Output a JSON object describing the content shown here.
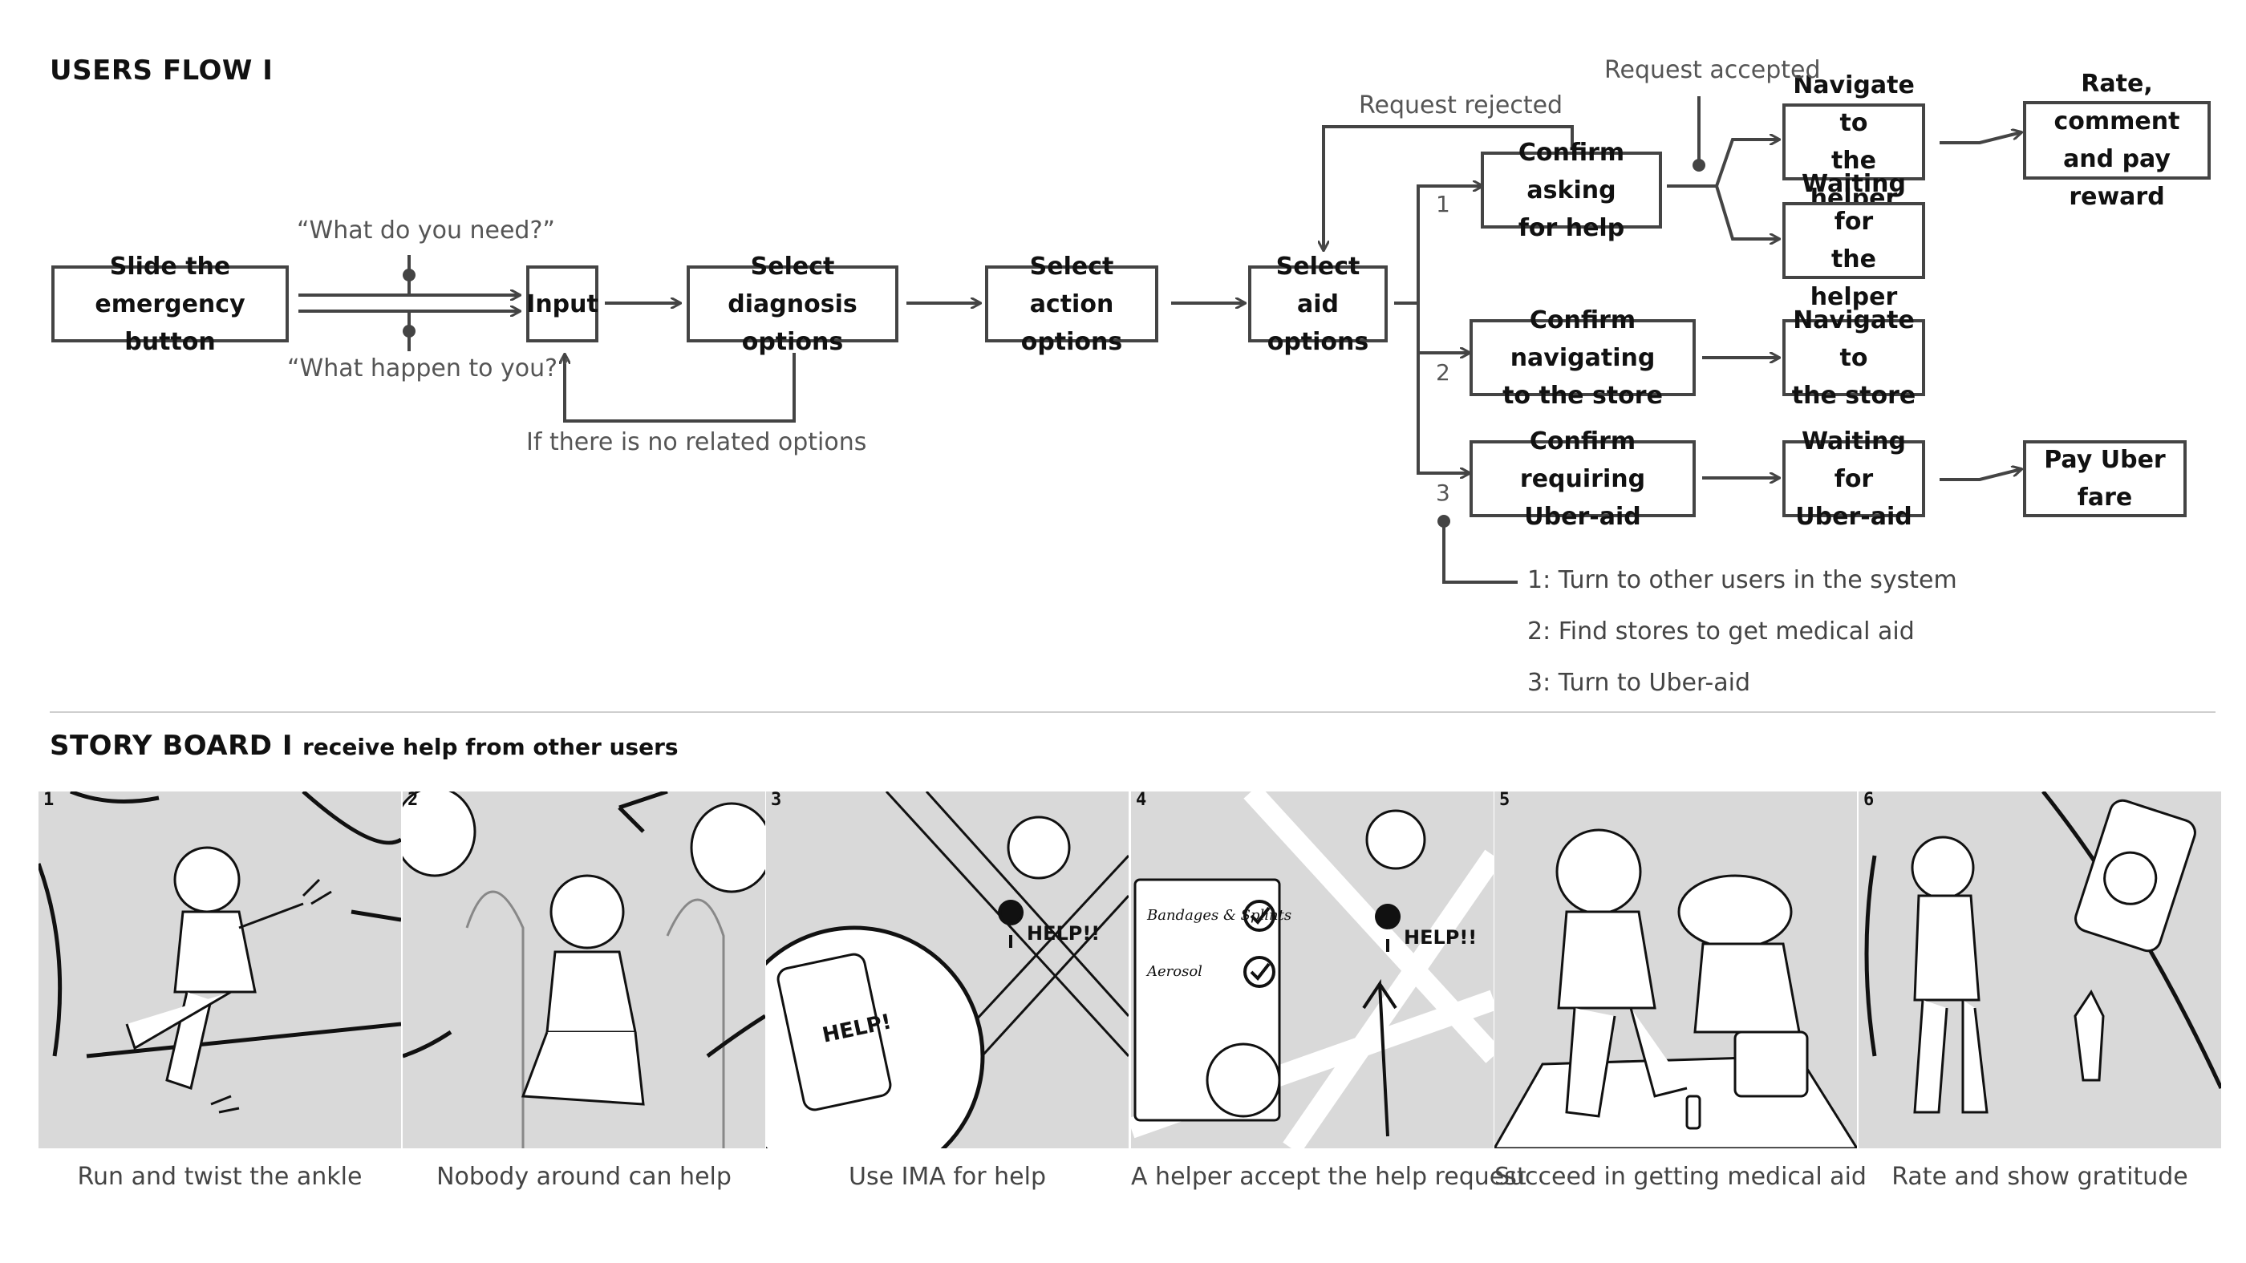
{
  "flow": {
    "title": "USERS FLOW I",
    "nodes": {
      "slide": "Slide the emergency\nbutton",
      "input": "Input",
      "diagnosis": "Select\ndiagnosis options",
      "action": "Select\naction options",
      "aid": "Select\naid options",
      "confirm_help": "Confirm asking\nfor help",
      "navigate_helper": "Navigate to\nthe helper",
      "waiting_helper": "Waiting for\nthe helper",
      "rate": "Rate, comment\nand pay reward",
      "confirm_store": "Confirm navigating\nto the store",
      "navigate_store": "Navigate to\nthe store",
      "confirm_uber": "Confirm requiring\nUber-aid",
      "waiting_uber": "Waiting for\nUber-aid",
      "pay_uber": "Pay Uber fare"
    },
    "labels": {
      "what_need": "“What do you need?”",
      "what_happen": "“What happen to you?”",
      "no_options": "If there is no related options",
      "rejected": "Request rejected",
      "accepted": "Request accepted"
    },
    "branch_numbers": [
      "1",
      "2",
      "3"
    ],
    "legend": [
      "1: Turn to other users in the system",
      "2: Find stores to get medical aid",
      "3: Turn to Uber-aid"
    ]
  },
  "storyboard": {
    "title": "STORY BOARD I",
    "subtitle": "receive help from other users",
    "panels": [
      {
        "number": "1",
        "caption": "Run and twist the ankle"
      },
      {
        "number": "2",
        "caption": "Nobody around can help"
      },
      {
        "number": "3",
        "caption": "Use IMA for help"
      },
      {
        "number": "4",
        "caption": "A helper accept the help request"
      },
      {
        "number": "5",
        "caption": "Succeed in getting medical aid"
      },
      {
        "number": "6",
        "caption": "Rate and show gratitude"
      }
    ],
    "drawn_text": {
      "phone_help": "HELP!",
      "map_help": "HELP!!",
      "bandages": "Bandages & Splints",
      "aerosol": "Aerosol"
    }
  },
  "colors": {
    "box_border": "#444444",
    "panel_bg": "#d9d9d9",
    "label_text": "#555555"
  }
}
